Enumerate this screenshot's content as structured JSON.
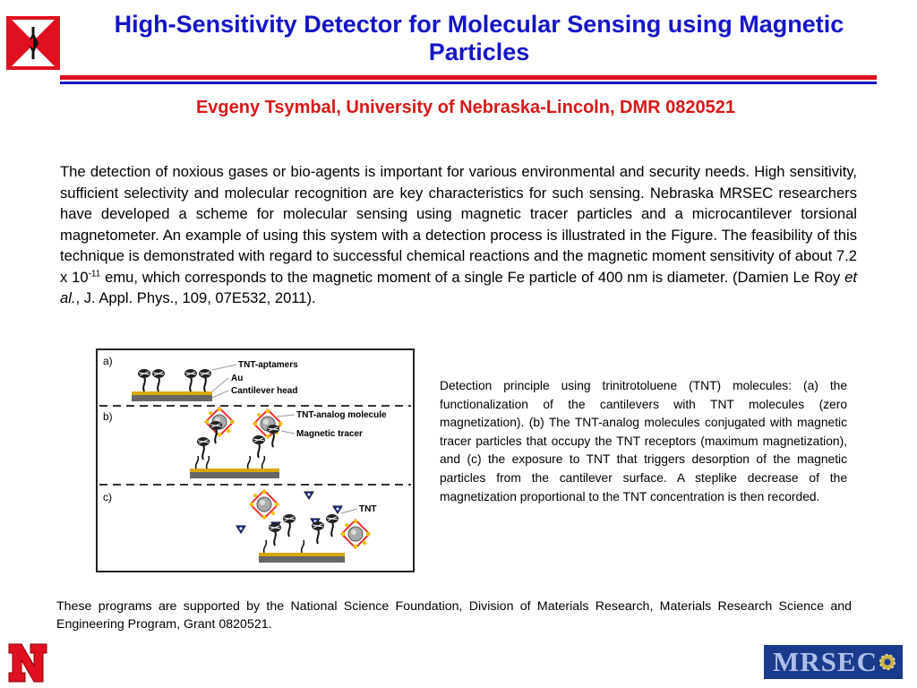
{
  "header": {
    "title": "High-Sensitivity Detector for Molecular Sensing using Magnetic Particles",
    "author": "Evgeny Tsymbal, University of Nebraska-Lincoln, DMR 0820521"
  },
  "body": {
    "part1": "The detection of noxious gases or bio-agents is important for various environmental and security needs. High sensitivity, sufficient selectivity and molecular recognition are key characteristics for such sensing. Nebraska MRSEC researchers have developed a scheme for molecular sensing using magnetic tracer particles and a microcantilever torsional magnetometer. An example of using this system with a detection process is illustrated in the Figure. The feasibility of this technique is demonstrated with regard to successful chemical reactions and the magnetic moment sensitivity of about 7.2 x 10",
    "exponent": "-11",
    "part2": " emu, which corresponds to the magnetic moment of a single Fe particle of 400 nm is diameter. (Damien Le Roy ",
    "etal": "et al.",
    "part3": ", J. Appl. Phys., 109, 07E532, 2011)."
  },
  "figure": {
    "panel_a": "a)",
    "panel_b": "b)",
    "panel_c": "c)",
    "label_tnt_aptamers": "TNT-aptamers",
    "label_au": "Au",
    "label_cantilever_head": "Cantilever head",
    "label_tnt_analog": "TNT-analog molecule",
    "label_magnetic_tracer": "Magnetic tracer",
    "label_tnt": "TNT"
  },
  "caption": "Detection principle using trinitrotoluene (TNT) molecules: (a) the functionalization of the cantilevers with TNT molecules (zero magnetization). (b) The TNT-analog molecules conjugated with magnetic tracer particles that occupy the TNT receptors (maximum magnetization), and (c) the exposure to TNT that triggers desorption of the magnetic particles from the cantilever surface. A steplike decrease of the magnetization proportional to the TNT concentration is then recorded.",
  "footer": {
    "text": "These programs are supported by the National Science Foundation, Division of Materials Research, Materials Research Science and Engineering Program, Grant 0820521.",
    "mrsec_logo": "MRSEC"
  },
  "colors": {
    "title_blue": "#1414c8",
    "author_red": "#d81818",
    "rule_red": "#e01020",
    "logo_red": "#e01020",
    "mrsec_blue": "#1a3a8c"
  },
  "icons": {
    "top_logo": "nebraska-emblem-icon",
    "bottom_logo": "nebraska-n-logo-icon",
    "mrsec_gear": "gear-icon"
  }
}
